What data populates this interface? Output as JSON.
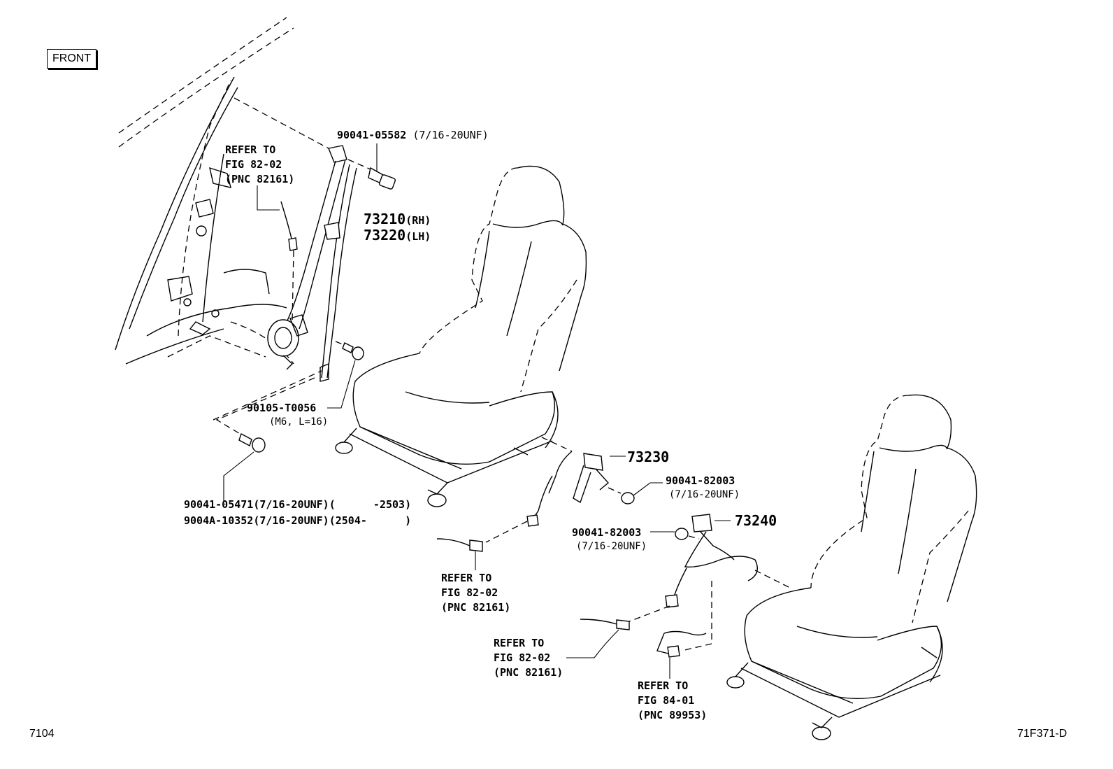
{
  "front_label": "FRONT",
  "page_id": "7104",
  "figure_id": "71F371-D",
  "refs": {
    "ref_upper": [
      "REFER TO",
      "FIG 82-02",
      "(PNC 82161)"
    ],
    "ref_mid": [
      "REFER TO",
      "FIG 82-02",
      "(PNC 82161)"
    ],
    "ref_lower": [
      "REFER TO",
      "FIG 82-02",
      "(PNC 82161)"
    ],
    "ref_8401": [
      "REFER TO",
      "FIG 84-01",
      "(PNC 89953)"
    ]
  },
  "parts": {
    "bolt_upper": {
      "number": "90041-05582",
      "spec": "(7/16-20UNF)"
    },
    "belt_rh": {
      "number": "73210",
      "side": "(RH)"
    },
    "belt_lh": {
      "number": "73220",
      "side": "(LH)"
    },
    "screw": {
      "number": "90105-T0056",
      "spec": "(M6, L=16)"
    },
    "bolt_lower_1": {
      "text": "90041-05471(7/16-20UNF)(      -2503)"
    },
    "bolt_lower_2": {
      "text": "9004A-10352(7/16-20UNF)(2504-      )"
    },
    "buckle_front": {
      "number": "73230"
    },
    "nut_front": {
      "number": "90041-82003",
      "spec": "(7/16-20UNF)"
    },
    "buckle_rear": {
      "number": "73240"
    },
    "nut_rear": {
      "number": "90041-82003",
      "spec": "(7/16-20UNF)"
    }
  }
}
